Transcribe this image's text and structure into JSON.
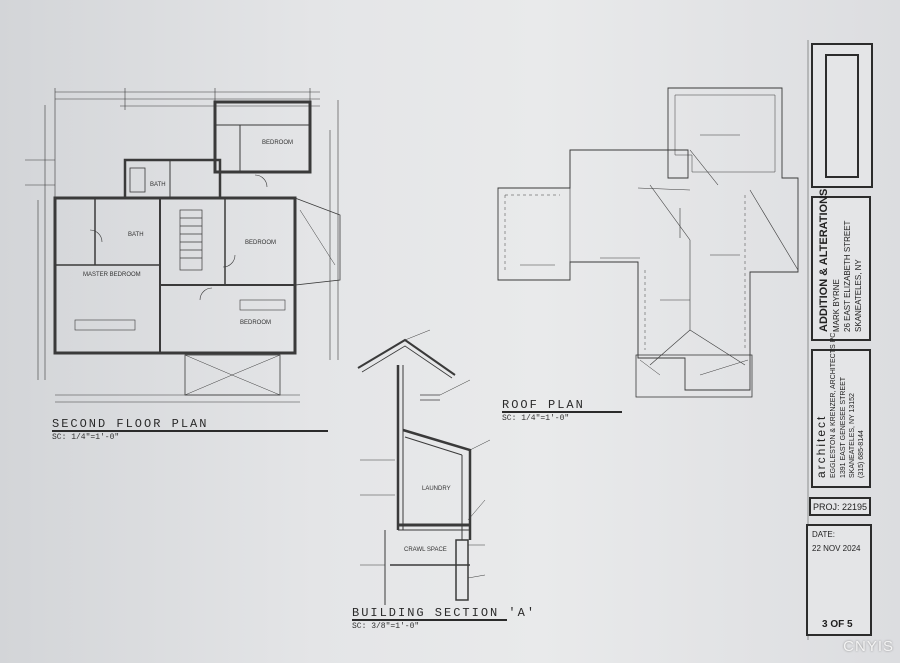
{
  "drawings": {
    "second_floor_plan": {
      "title": "SECOND FLOOR PLAN",
      "scale": "SC: 1/4\"=1'-0\""
    },
    "roof_plan": {
      "title": "ROOF PLAN",
      "scale": "SC: 1/4\"=1'-0\""
    },
    "building_section": {
      "title": "BUILDING SECTION 'A'",
      "scale": "SC: 3/8\"=1'-0\""
    }
  },
  "rooms": {
    "master_bedroom": "MASTER BEDROOM",
    "bedroom_1": "BEDROOM",
    "bedroom_2": "BEDROOM",
    "bedroom_3": "BEDROOM",
    "bath_1": "BATH",
    "bath_2": "BATH",
    "laundry": "LAUNDRY",
    "crawl_space": "CRAWL SPACE"
  },
  "title_block": {
    "project_title": "ADDITION & ALTERATIONS",
    "client": "MARK BYRNE",
    "address_line1": "26 EAST ELIZABETH STREET",
    "address_line2": "SKANEATELES, NY",
    "firm_logo": "architect",
    "firm_name": "EGGLESTON & KRENZER, ARCHITECTS PC",
    "firm_street": "1391 EAST GENESEE STREET",
    "firm_city": "SKANEATELES, NY 13152",
    "firm_phone": "(315) 685-8144",
    "project_number": "PROJ: 22195",
    "date_label": "DATE:",
    "date_value": "22 NOV 2024",
    "sheet_number": "3 OF 5"
  },
  "watermark": "CNYIS"
}
